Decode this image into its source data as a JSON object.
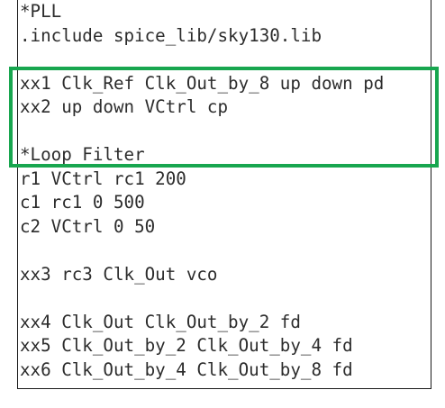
{
  "lines": [
    "*PLL",
    ".include spice_lib/sky130.lib",
    "",
    "xx1 Clk_Ref Clk_Out_by_8 up down pd",
    "xx2 up down VCtrl cp",
    "",
    "*Loop Filter",
    "r1 VCtrl rc1 200",
    "c1 rc1 0 500",
    "c2 VCtrl 0 50",
    "",
    "xx3 rc3 Clk_Out vco",
    "",
    "xx4 Clk_Out Clk_Out_by_2 fd",
    "xx5 Clk_Out_by_2 Clk_Out_by_4 fd",
    "xx6 Clk_Out_by_4 Clk_Out_by_8 fd"
  ],
  "colors": {
    "highlight": "#18a64f",
    "text": "#2c2c2c",
    "frame": "#1a1a1a"
  }
}
